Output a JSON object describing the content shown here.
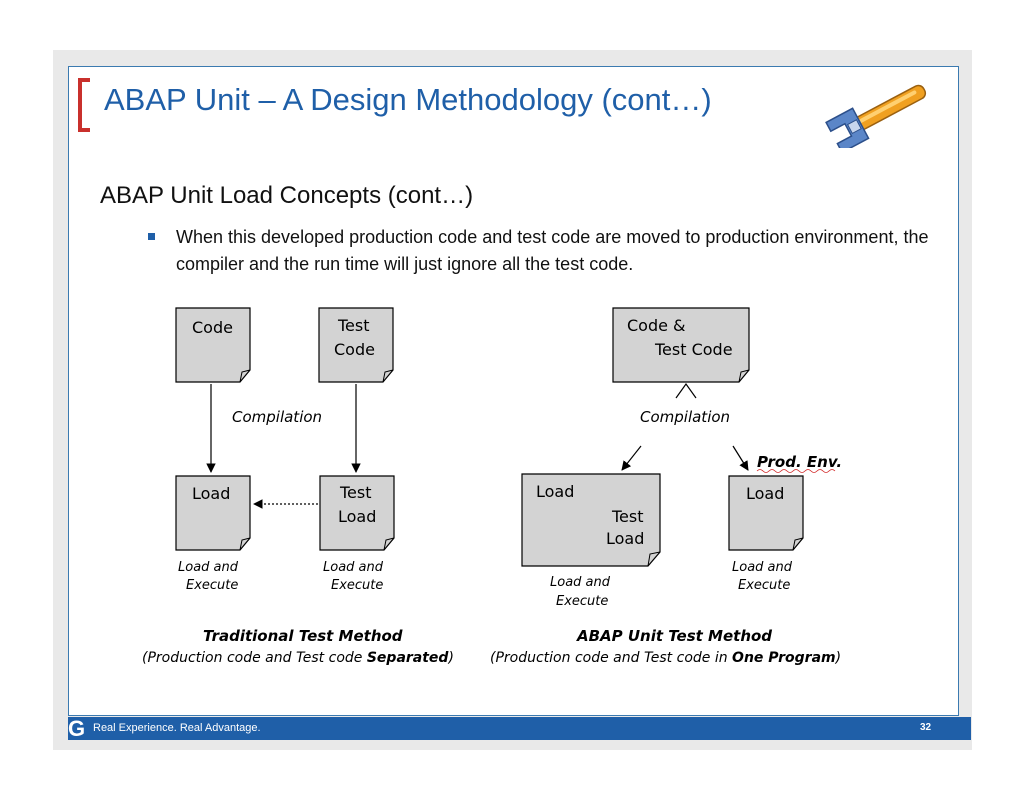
{
  "slide": {
    "title": "ABAP Unit – A Design Methodology (cont…)",
    "subtitle": "ABAP Unit Load Concepts (cont…)",
    "bullet": "When this developed production code and test code are moved to production environment, the compiler and the run time will just ignore all the test code.",
    "page_number": "32"
  },
  "footer": {
    "logo": "G",
    "tagline": "Real Experience. Real Advantage."
  },
  "diagram": {
    "left": {
      "box_code": "Code",
      "box_test_code_1": "Test",
      "box_test_code_2": "Code",
      "compilation": "Compilation",
      "box_load": "Load",
      "box_test_load_1": "Test",
      "box_test_load_2": "Load",
      "caption_load_execute_1a": "Load and",
      "caption_load_execute_1b": "Execute",
      "caption_load_execute_2a": "Load and",
      "caption_load_execute_2b": "Execute",
      "method_title": "Traditional Test Method",
      "method_desc_prefix": "(Production code and Test code ",
      "method_desc_bold": "Separated",
      "method_desc_suffix": ")"
    },
    "right": {
      "box_code_test_1": "Code &",
      "box_code_test_2": "Test Code",
      "compilation": "Compilation",
      "prod_env": "Prod. Env.",
      "box_load_big_1": "Load",
      "box_load_big_2": "Test",
      "box_load_big_3": "Load",
      "box_load_small": "Load",
      "caption_load_execute_1a": "Load and",
      "caption_load_execute_1b": "Execute",
      "caption_load_execute_2a": "Load and",
      "caption_load_execute_2b": "Execute",
      "method_title": "ABAP Unit Test Method",
      "method_desc_prefix": "(Production code and Test code in ",
      "method_desc_bold": "One Program",
      "method_desc_suffix": ")"
    }
  },
  "colors": {
    "accent_blue": "#1f5fa8",
    "bracket_red": "#c9302c",
    "box_fill": "#d3d3d3",
    "wrench_orange": "#f0a020"
  },
  "icons": [
    "wrench-icon"
  ]
}
